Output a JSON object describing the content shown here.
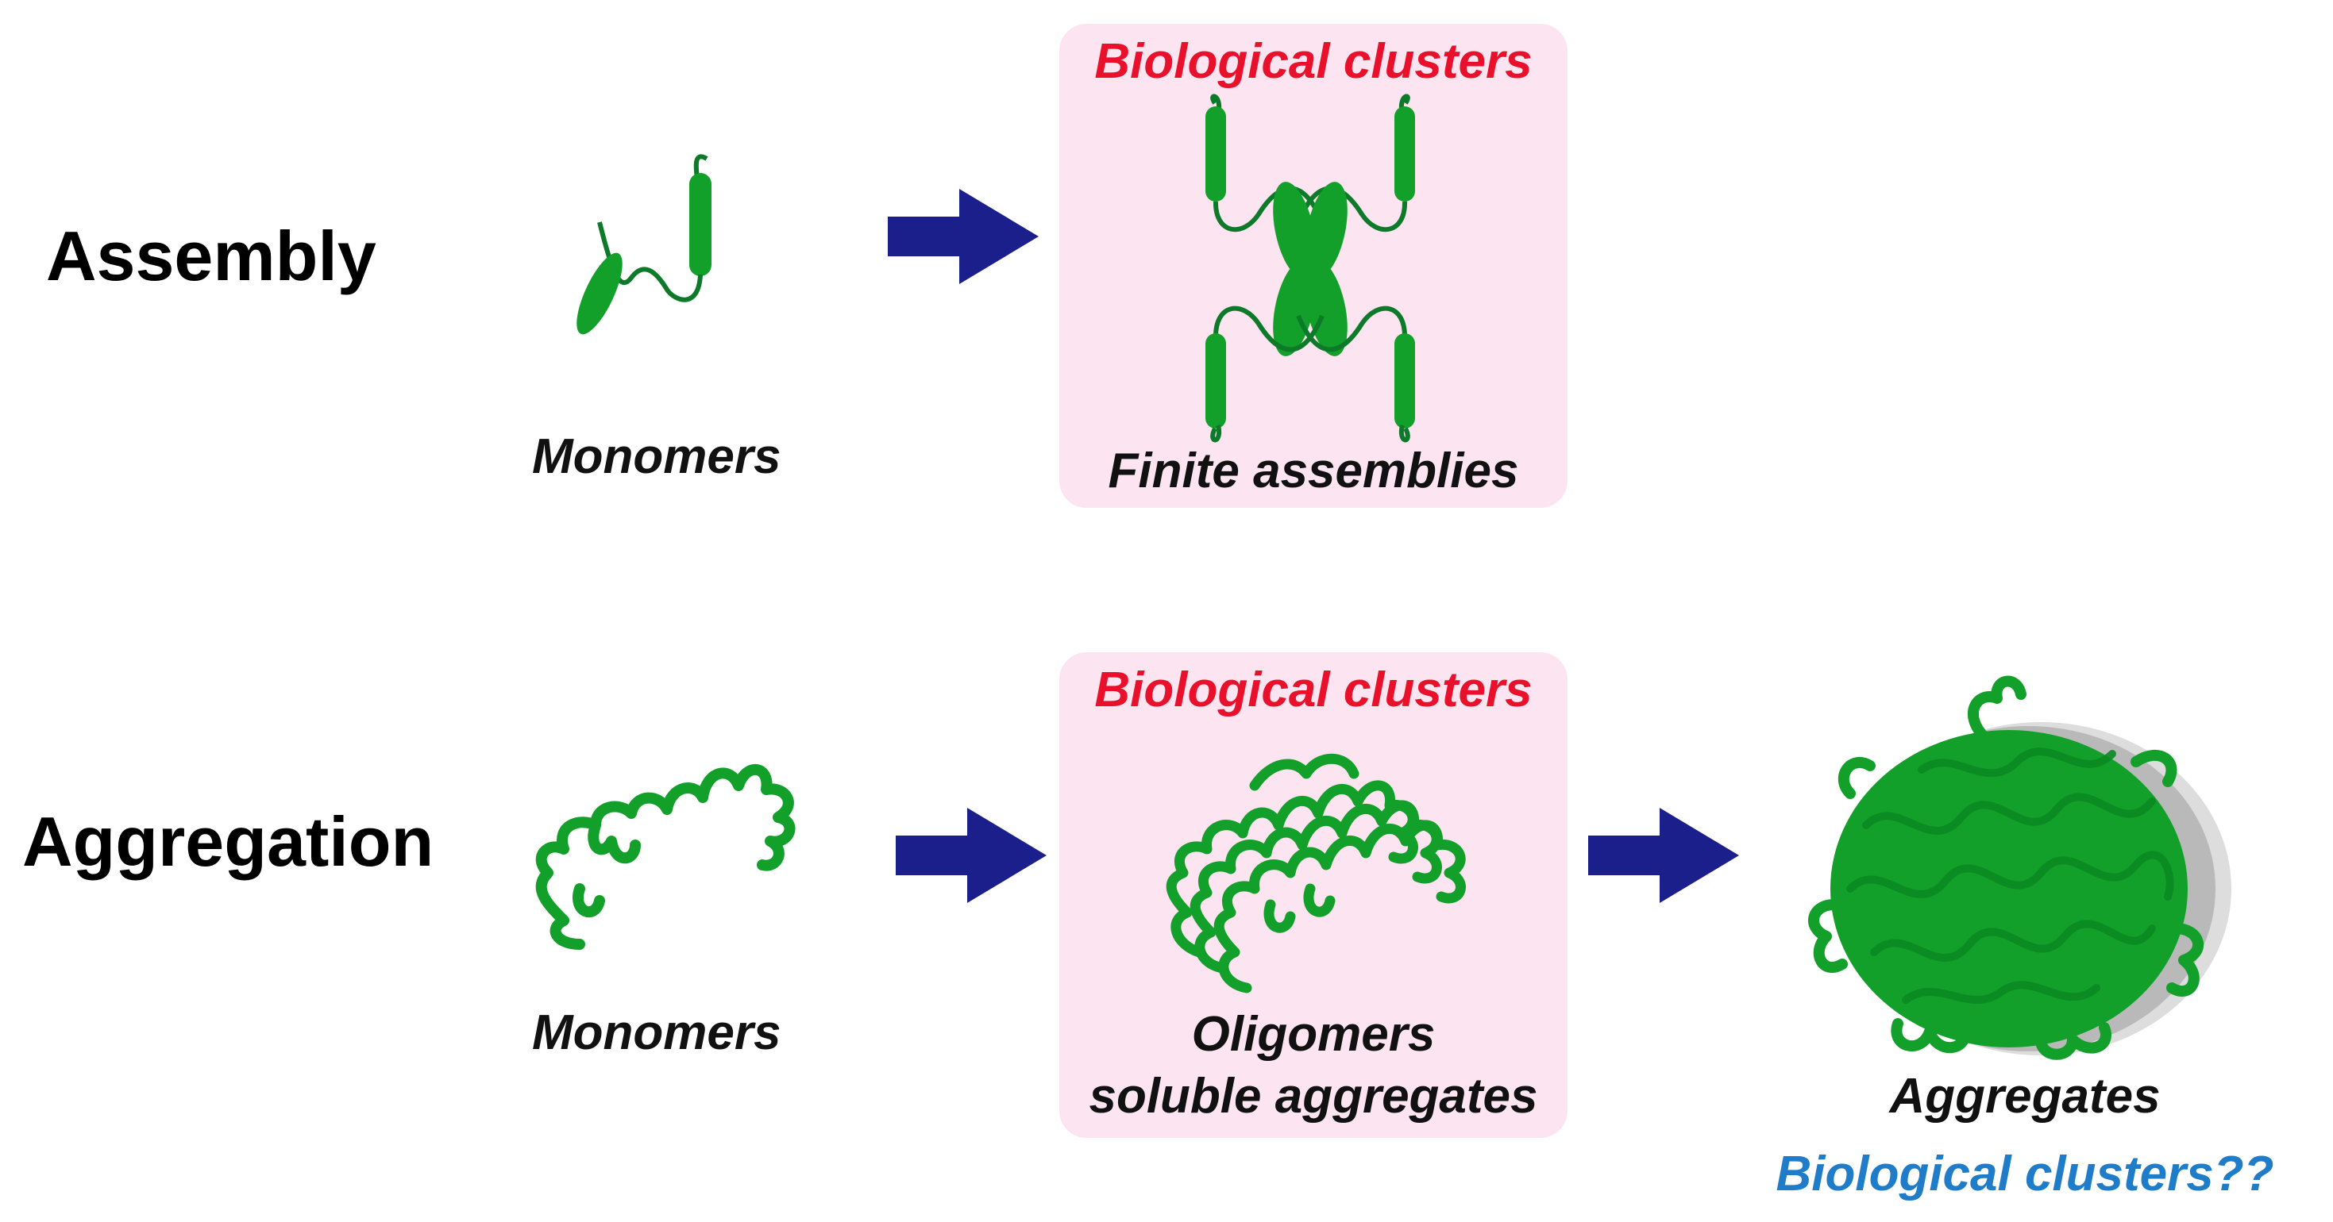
{
  "rows": {
    "assembly": {
      "title": "Assembly",
      "monomer_caption": "Monomers",
      "panel_header": "Biological clusters",
      "panel_caption": "Finite assemblies"
    },
    "aggregation": {
      "title": "Aggregation",
      "monomer_caption": "Monomers",
      "panel_header": "Biological clusters",
      "panel_caption_line1": "Oligomers",
      "panel_caption_line2": "soluble aggregates",
      "aggregate_caption": "Aggregates",
      "aggregate_question": "Biological clusters??"
    }
  },
  "colors": {
    "protein_green": "#13a02a",
    "arrow_navy": "#1a1f8c",
    "panel_pink": "#fce4f1",
    "highlight_red": "#e8102a",
    "question_blue": "#1e7cc8"
  }
}
